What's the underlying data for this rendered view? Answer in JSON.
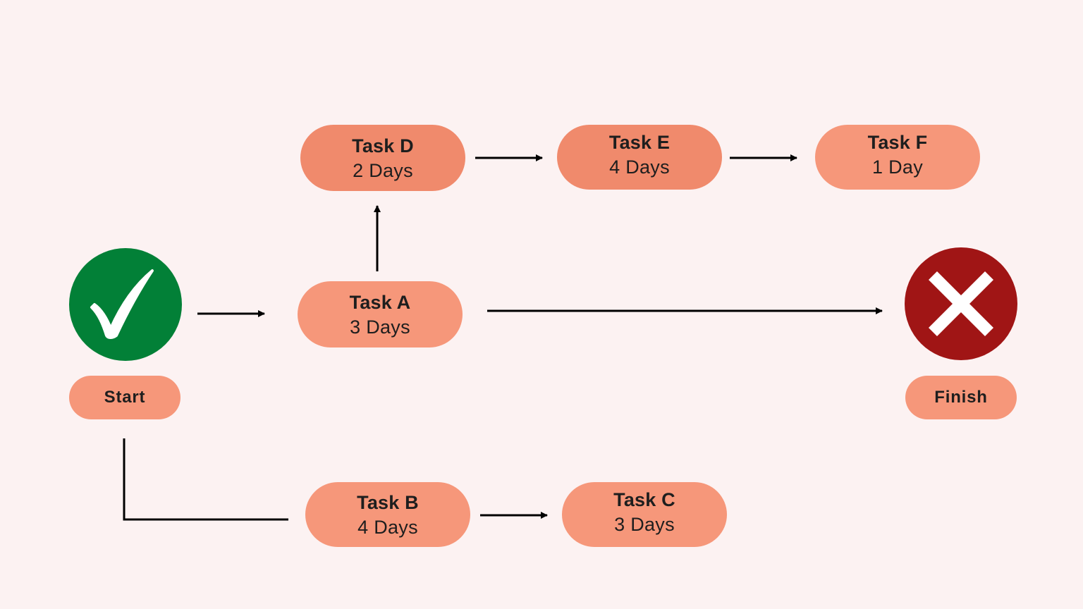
{
  "start": {
    "label": "Start",
    "icon": "checkmark-icon",
    "color": "#028037"
  },
  "finish": {
    "label": "Finish",
    "icon": "cross-icon",
    "color": "#A01515"
  },
  "tasks": {
    "a": {
      "name": "Task A",
      "duration": "3 Days"
    },
    "b": {
      "name": "Task B",
      "duration": "4 Days"
    },
    "c": {
      "name": "Task C",
      "duration": "3 Days"
    },
    "d": {
      "name": "Task D",
      "duration": "2 Days"
    },
    "e": {
      "name": "Task E",
      "duration": "4 Days"
    },
    "f": {
      "name": "Task F",
      "duration": "1 Day"
    }
  },
  "colors": {
    "background": "#FCF2F2",
    "task_fill": "#F6977A",
    "task_fill_dark": "#F08A6C",
    "connector": "#000000"
  },
  "edges": [
    {
      "from": "start",
      "to": "task-a"
    },
    {
      "from": "start",
      "to": "task-b"
    },
    {
      "from": "task-a",
      "to": "task-d"
    },
    {
      "from": "task-a",
      "to": "finish"
    },
    {
      "from": "task-d",
      "to": "task-e"
    },
    {
      "from": "task-e",
      "to": "task-f"
    },
    {
      "from": "task-b",
      "to": "task-c"
    }
  ]
}
